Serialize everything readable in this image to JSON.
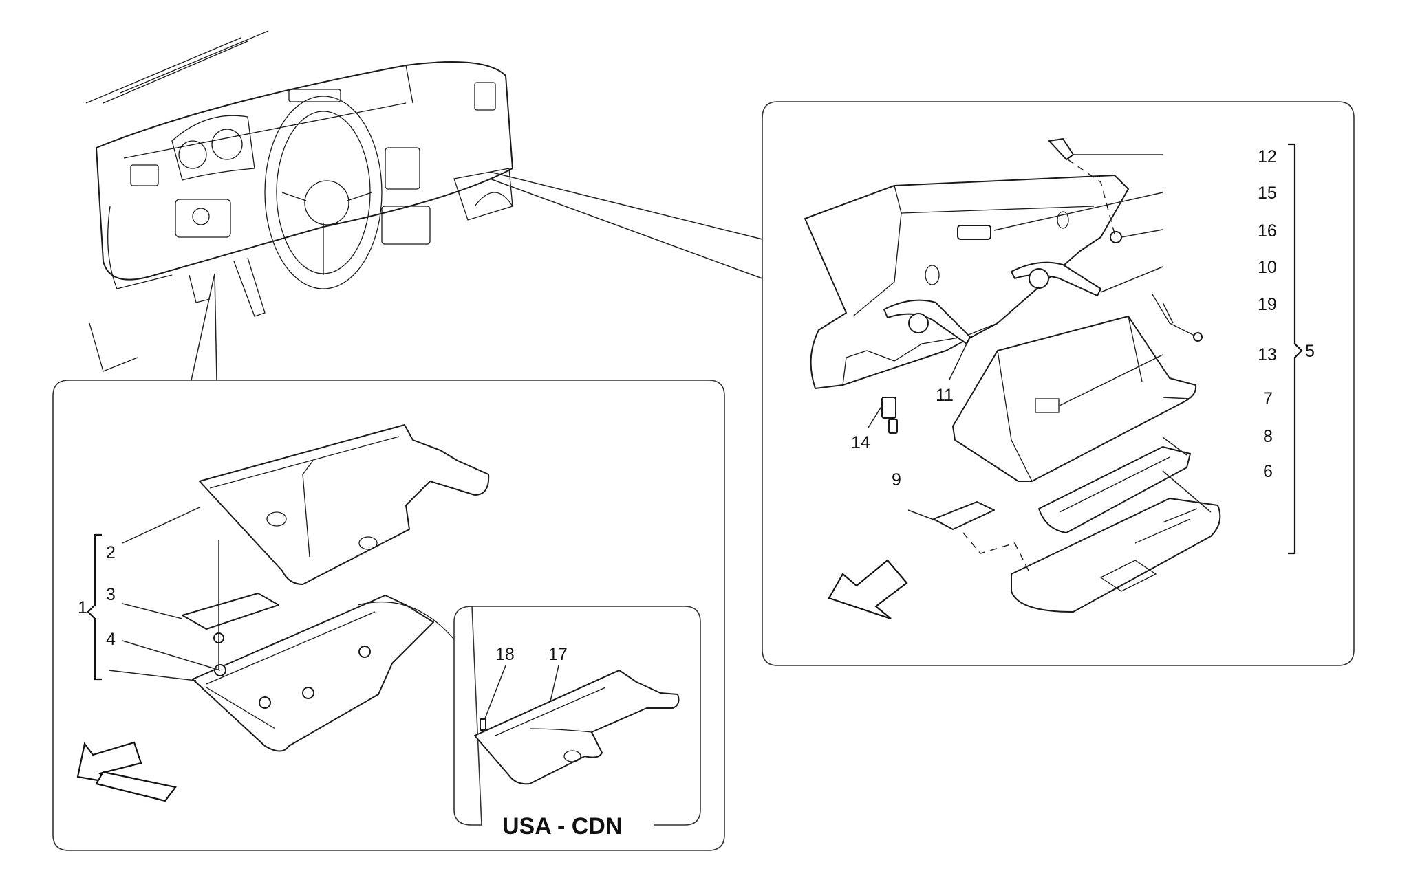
{
  "callouts": {
    "c1": "1",
    "c2": "2",
    "c3": "3",
    "c4": "4",
    "c5": "5",
    "c6": "6",
    "c7": "7",
    "c8": "8",
    "c9": "9",
    "c10": "10",
    "c11": "11",
    "c12": "12",
    "c13": "13",
    "c14": "14",
    "c15": "15",
    "c16": "16",
    "c17": "17",
    "c18": "18",
    "c19": "19"
  },
  "region_label": "USA - CDN",
  "colors": {
    "line": "#1a1a1a",
    "background": "#ffffff",
    "frame": "#333333"
  }
}
